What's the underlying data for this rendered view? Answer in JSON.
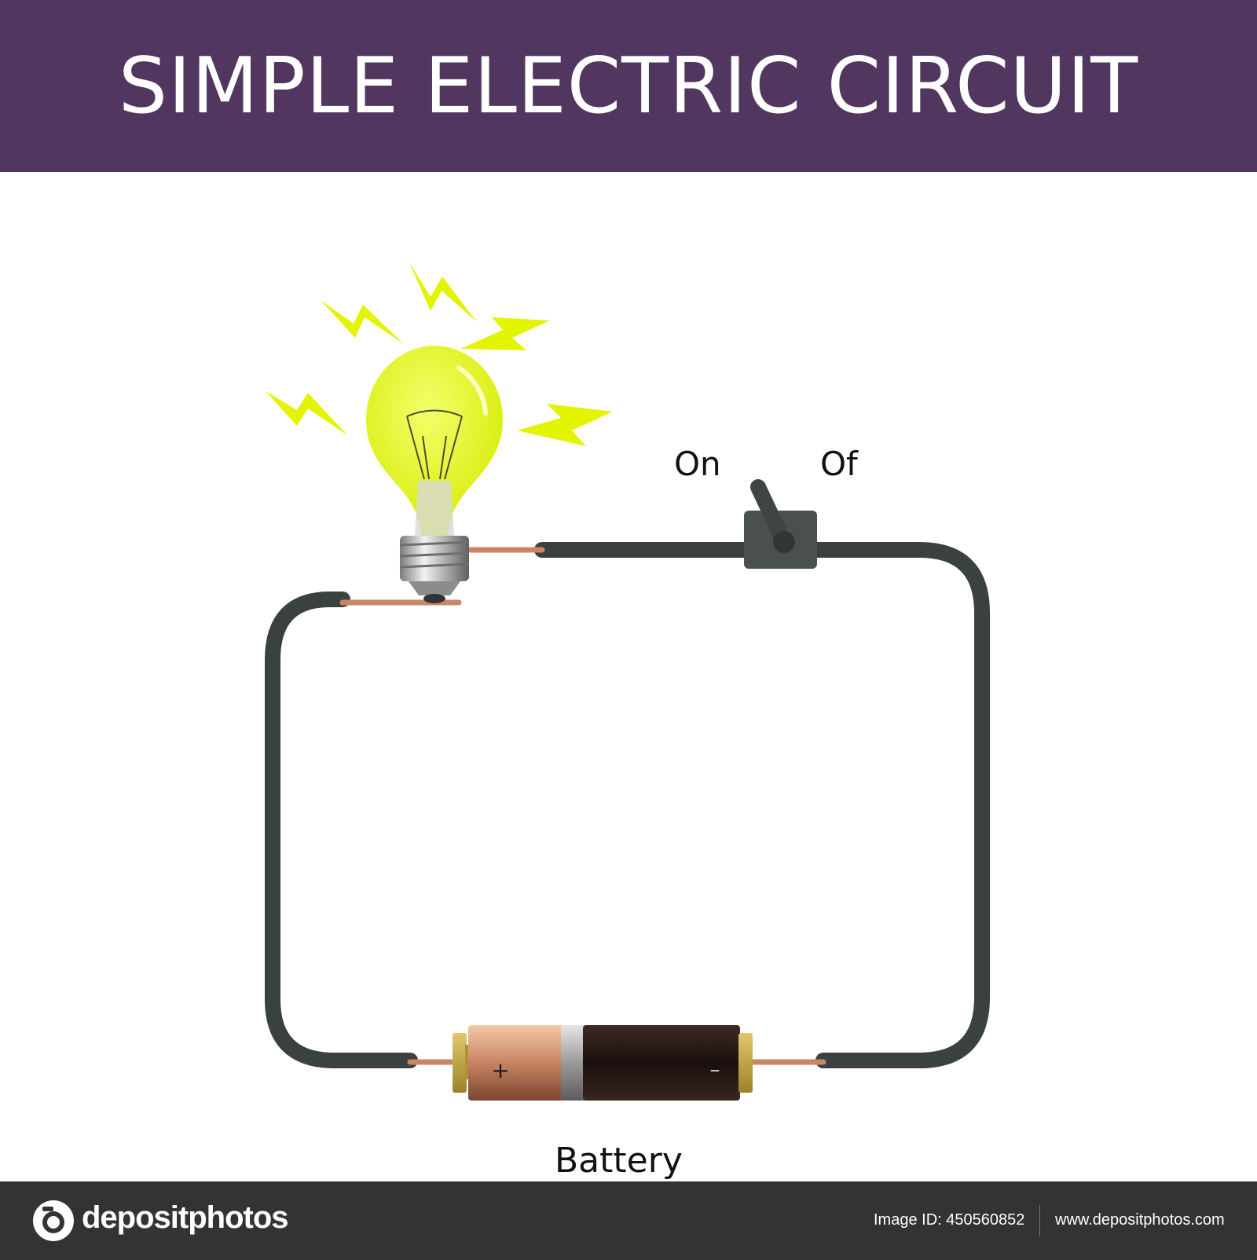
{
  "header": {
    "title": "SIMPLE ELECTRIC CIRCUIT"
  },
  "labels": {
    "on": "On",
    "off": "Of",
    "battery": "Battery"
  },
  "battery": {
    "positive": "+",
    "negative": "–"
  },
  "footer": {
    "brand": "depositphotos",
    "image_id": "Image ID: 450560852",
    "url": "www.depositphotos.com"
  },
  "colors": {
    "header_bg": "#51375f",
    "wire": "#3a423f",
    "copper": "#c98566",
    "bulb_glass": "#e3f400",
    "spark": "#e3f400",
    "switch": "#4a504d",
    "footer_bg": "#333333"
  }
}
